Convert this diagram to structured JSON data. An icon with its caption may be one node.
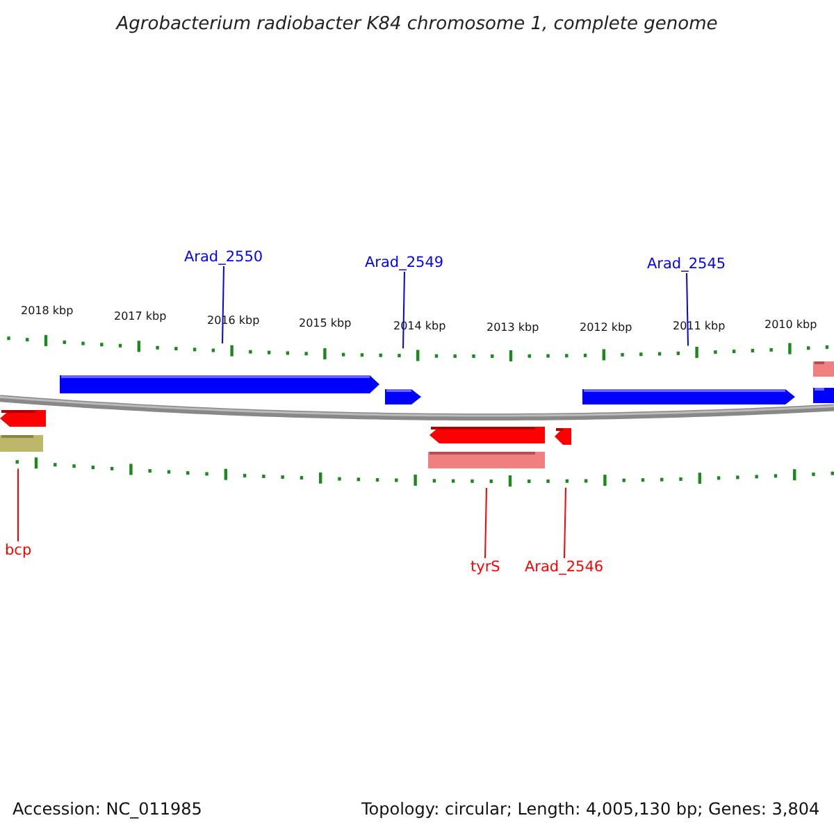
{
  "diagram": {
    "title": "Agrobacterium radiobacter K84 chromosome 1, complete genome",
    "nodes": [
      {
        "text": [
          "Arad_2550"
        ]
      },
      {
        "text": [
          "Arad_2549"
        ]
      },
      {
        "text": [
          "Arad_2545"
        ]
      },
      {
        "text": [
          "bcp"
        ]
      },
      {
        "text": [
          "tyrS"
        ]
      },
      {
        "text": [
          "Arad_2546"
        ]
      },
      {
        "text": [],
        "shape": "scale"
      },
      {
        "text": [],
        "shape": "scale"
      }
    ],
    "edges": [
      {
        "from": 0,
        "to": 6,
        "arrow": "none",
        "color": "#0000ff"
      },
      {
        "from": 1,
        "to": 6,
        "arrow": "none",
        "color": "#0000ff"
      },
      {
        "from": 2,
        "to": 6,
        "arrow": "none",
        "color": "#0000ff"
      },
      {
        "from": 3,
        "to": 7,
        "arrow": "none",
        "color": "#ff0000"
      },
      {
        "from": 4,
        "to": 7,
        "arrow": "none",
        "color": "#ff0000"
      },
      {
        "from": 5,
        "to": 7,
        "arrow": "none",
        "color": "#ff0000"
      }
    ],
    "labels": [
      "2018 kbp",
      "2017 kbp",
      "2016 kbp",
      "2015 kbp",
      "2014 kbp",
      "2013 kbp",
      "2012 kbp",
      "2011 kbp",
      "2010 kbp",
      "Accession: NC_011985",
      "Topology: circular; Length: 4,005,130 bp; Genes: 3,804"
    ]
  }
}
